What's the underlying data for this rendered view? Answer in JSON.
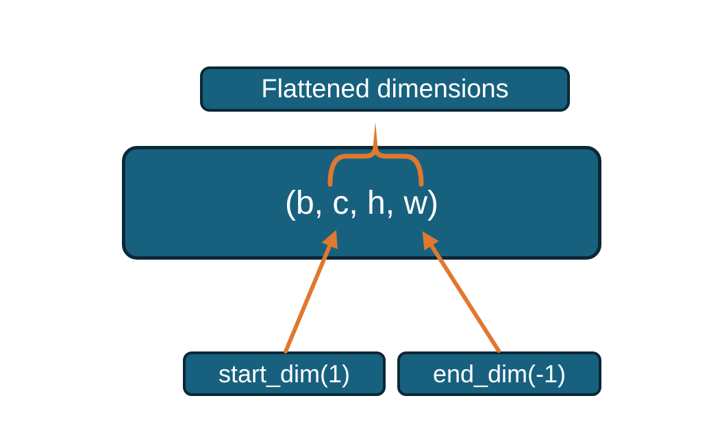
{
  "colors": {
    "background": "#FFFFFF",
    "box_fill": "#17617F",
    "box_border": "#0B2836",
    "arrow": "#E0782F",
    "text": "#FFFFFF"
  },
  "diagram": {
    "flattened_label": "Flattened dimensions",
    "tensor_shape": "(b, c, h, w)",
    "start_dim_label": "start_dim(1)",
    "end_dim_label": "end_dim(-1)"
  }
}
